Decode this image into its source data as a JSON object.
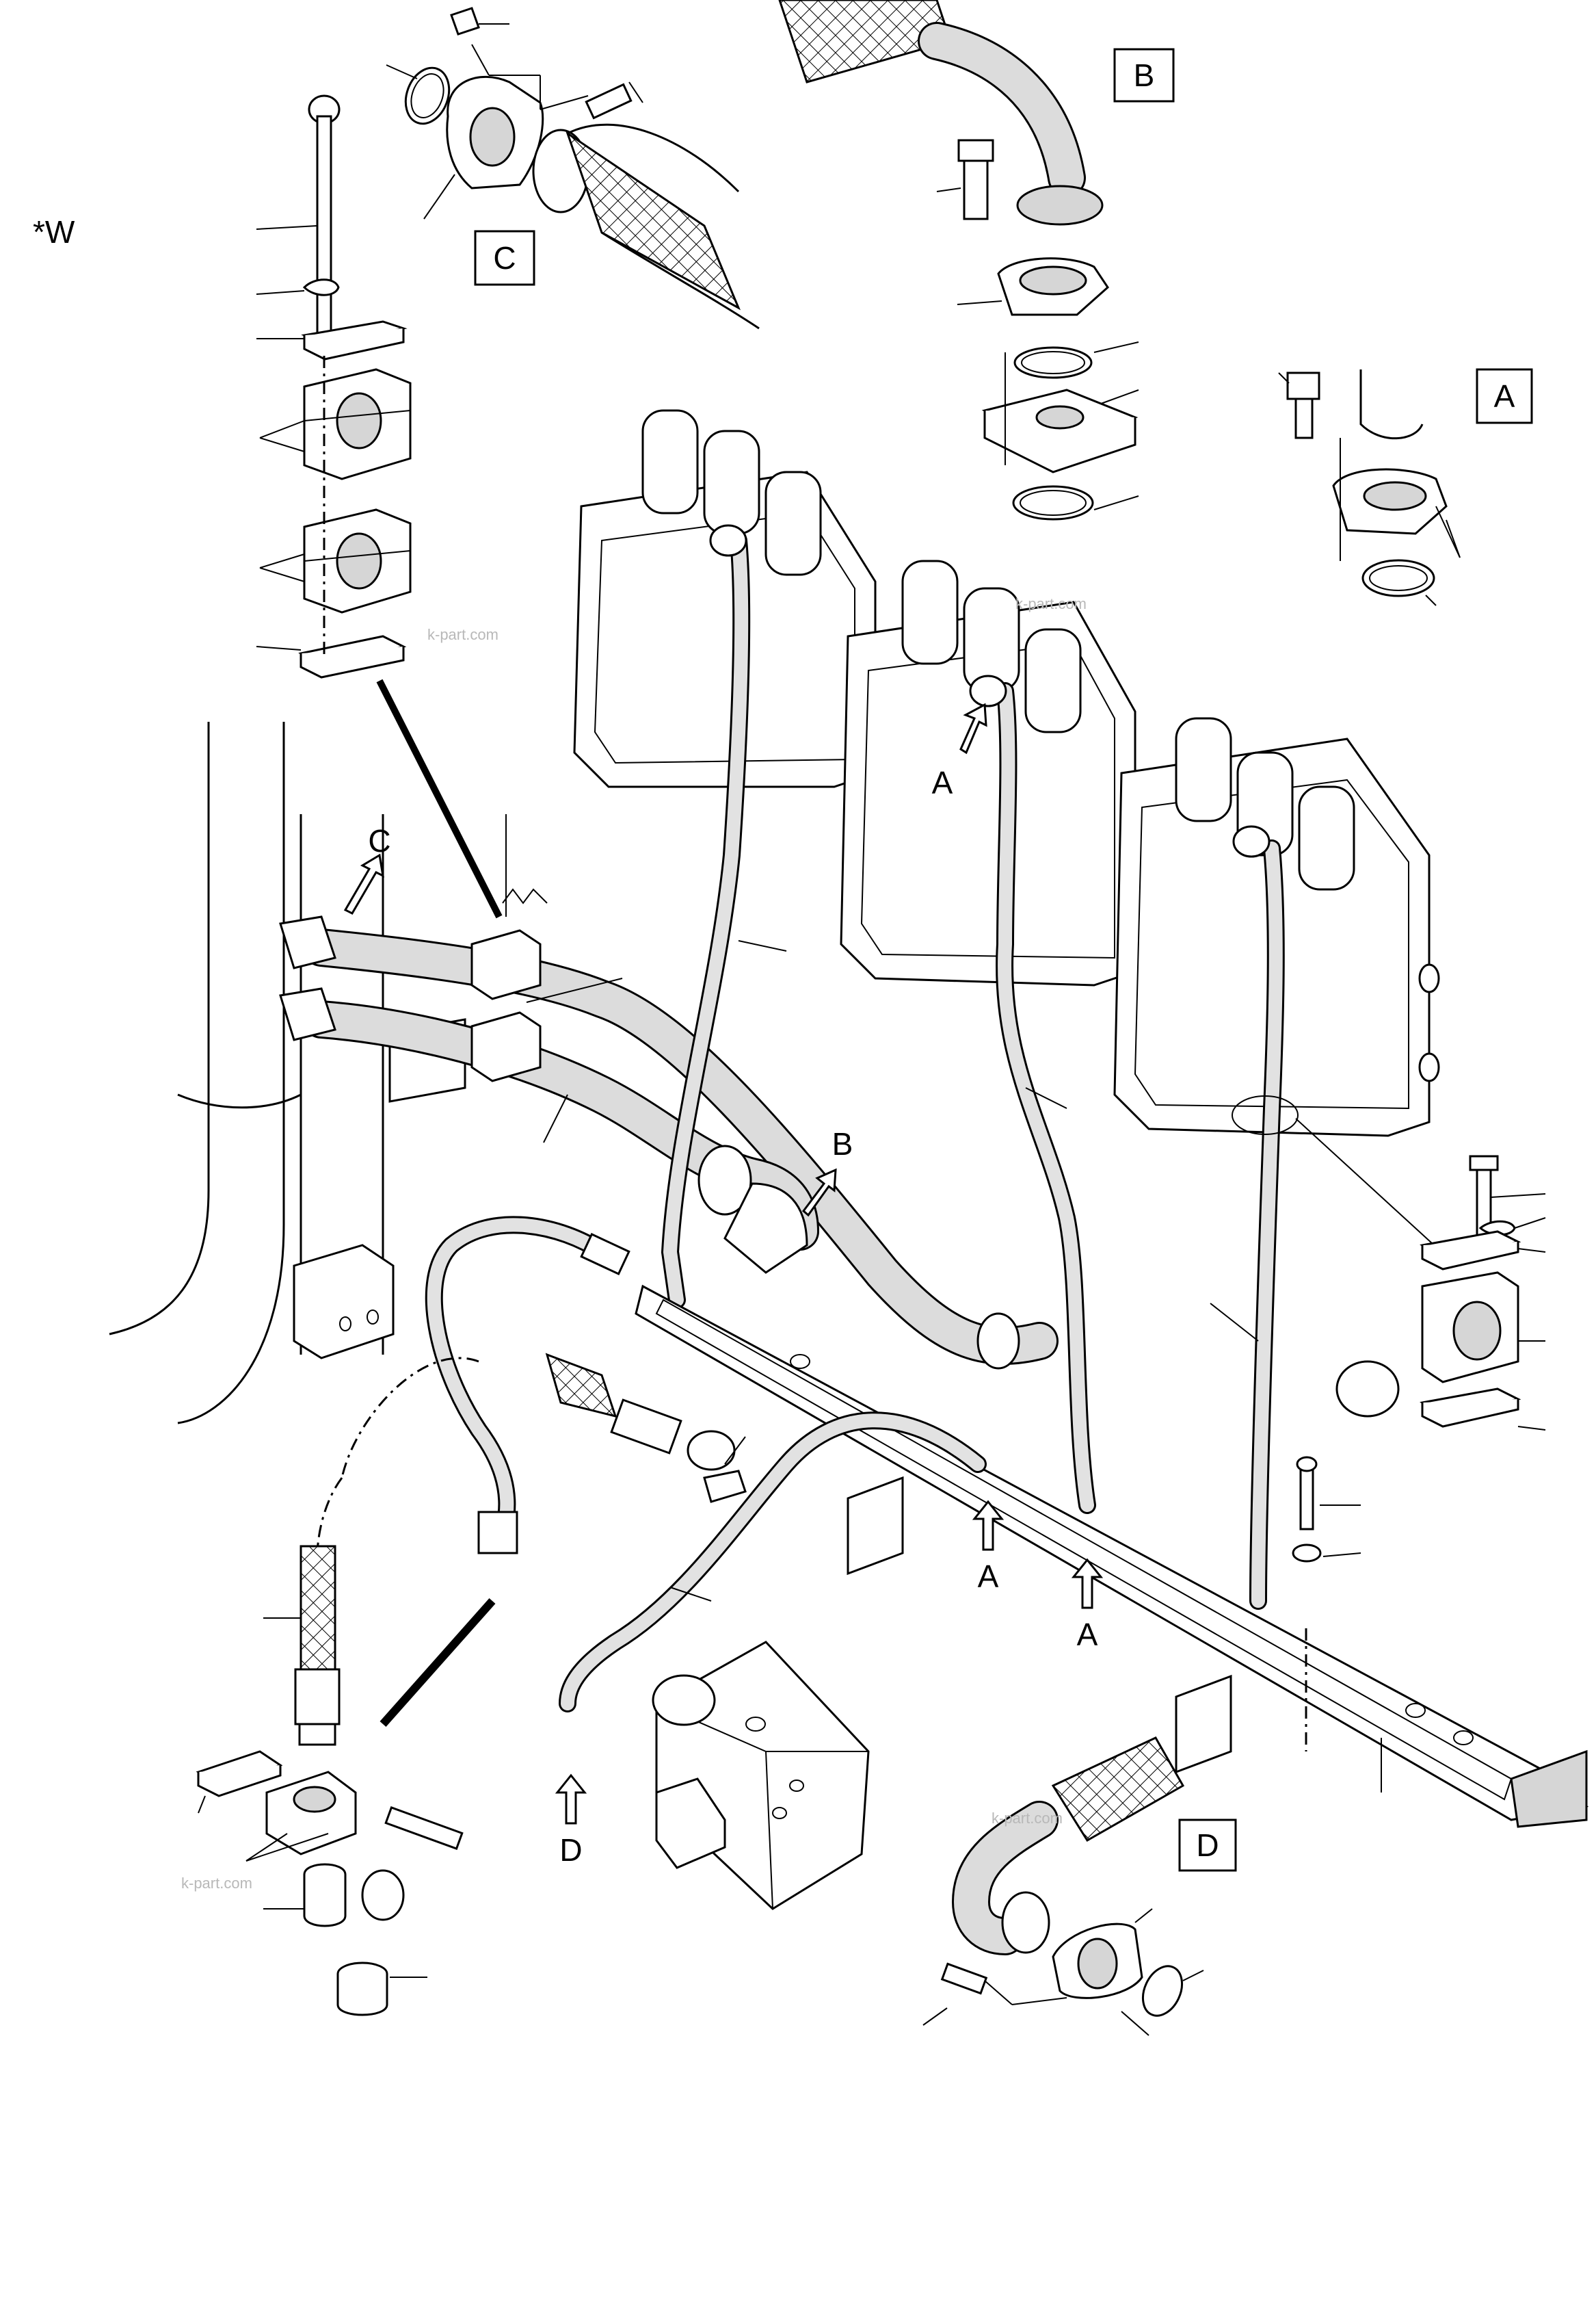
{
  "diagram": {
    "corner_note": "*W",
    "detail_views": {
      "a": "A",
      "b": "B",
      "c": "C",
      "d": "D"
    },
    "callouts": {
      "a1": "A",
      "a2": "A",
      "a3": "A",
      "b": "B",
      "c": "C",
      "d": "D"
    },
    "watermark": "k-part.com"
  }
}
